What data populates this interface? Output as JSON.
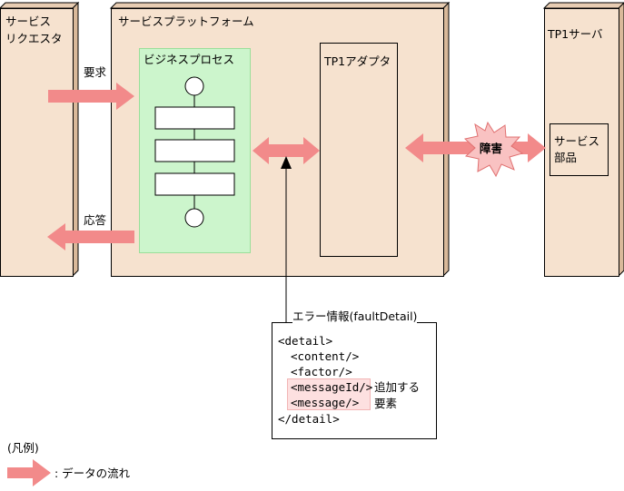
{
  "requester": {
    "line1": "サービス",
    "line2": "リクエスタ"
  },
  "platform": {
    "title": "サービスプラットフォーム"
  },
  "business_process": {
    "title": "ビジネスプロセス"
  },
  "adapter": {
    "title": "TP1アダプタ"
  },
  "server": {
    "title": "TP1サーバ"
  },
  "service_part": {
    "line1": "サービス",
    "line2": "部品"
  },
  "arrows": {
    "request": "要求",
    "response": "応答",
    "failure": "障害"
  },
  "error_info": {
    "title": "エラー情報(faultDetail)",
    "lines": [
      "<detail>",
      "<content/>",
      "<factor/>",
      "<messageId/>",
      "<message/>",
      "</detail>"
    ],
    "added_note_line1": "追加する",
    "added_note_line2": "要素"
  },
  "legend": {
    "title": "(凡例)",
    "item": ": データの流れ"
  },
  "colors": {
    "box_fill": "#f6e2cf",
    "box_side": "#d9b99a",
    "process_fill": "#ccf5cc",
    "arrow": "#f28a8a",
    "highlight": "#fde0e0"
  }
}
